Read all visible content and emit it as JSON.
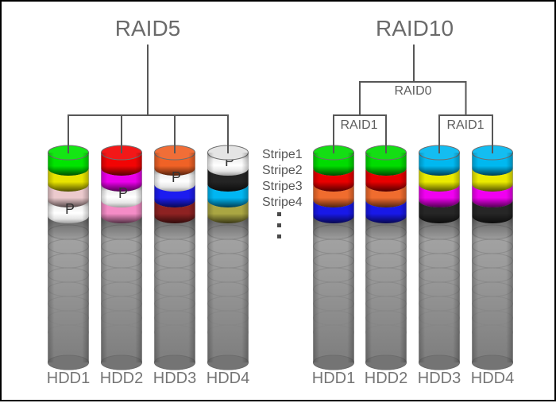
{
  "titles": {
    "raid5": "RAID5",
    "raid10": "RAID10"
  },
  "tree_labels": {
    "raid0": "RAID0",
    "raid1_left": "RAID1",
    "raid1_right": "RAID1"
  },
  "stripe_legend": {
    "items": [
      "Stripe1",
      "Stripe2",
      "Stripe3",
      "Stripe4"
    ]
  },
  "parity_label": "P",
  "colors": {
    "line": "#575757",
    "title": "#6a6a6a",
    "tree_label": "#5e5e5e",
    "stripe_label": "#565656",
    "hdd_label": "#757575",
    "dots": "#4a4a4a",
    "disk_body_top": "#b6b6b6",
    "disk_body_bottom": "#7b7b7b",
    "ring": "#868686",
    "parity_band": "#ffffff",
    "parity_text": "#333333"
  },
  "raid5": {
    "disks": [
      {
        "label": "HDD1",
        "stripes": [
          "#00e400",
          "#e8e400",
          "#eccacd",
          "P"
        ]
      },
      {
        "label": "HDD2",
        "stripes": [
          "#f20404",
          "#ea00ea",
          "P",
          "#f48cc6"
        ]
      },
      {
        "label": "HDD3",
        "stripes": [
          "#f06226",
          "P",
          "#1c1cf0",
          "#8e2222"
        ]
      },
      {
        "label": "HDD4",
        "stripes": [
          "P",
          "#242424",
          "#00b6f2",
          "#aaa642"
        ]
      }
    ]
  },
  "raid10": {
    "disks": [
      {
        "label": "HDD1",
        "stripes": [
          "#00dc00",
          "#e80000",
          "#f06c2e",
          "#1818e8"
        ]
      },
      {
        "label": "HDD2",
        "stripes": [
          "#00dc00",
          "#e80000",
          "#f06c2e",
          "#1818e8"
        ]
      },
      {
        "label": "HDD3",
        "stripes": [
          "#00b8f0",
          "#eaea00",
          "#f000f0",
          "#262626"
        ]
      },
      {
        "label": "HDD4",
        "stripes": [
          "#00b8f0",
          "#eaea00",
          "#f000f0",
          "#262626"
        ]
      }
    ]
  }
}
